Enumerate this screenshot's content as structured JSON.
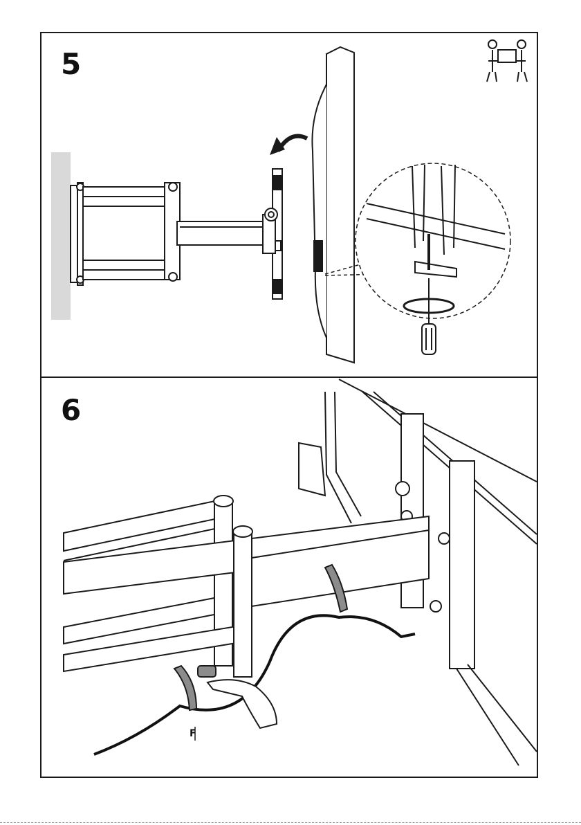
{
  "page": {
    "steps": [
      {
        "number": "5",
        "icon": "two-person-lift-icon"
      },
      {
        "number": "6",
        "callout_label": "F"
      }
    ]
  },
  "colors": {
    "ink": "#1a1a1a",
    "wall": "#d9d9d9",
    "cable_tie": "#8c8c8c",
    "cable": "#111111"
  }
}
